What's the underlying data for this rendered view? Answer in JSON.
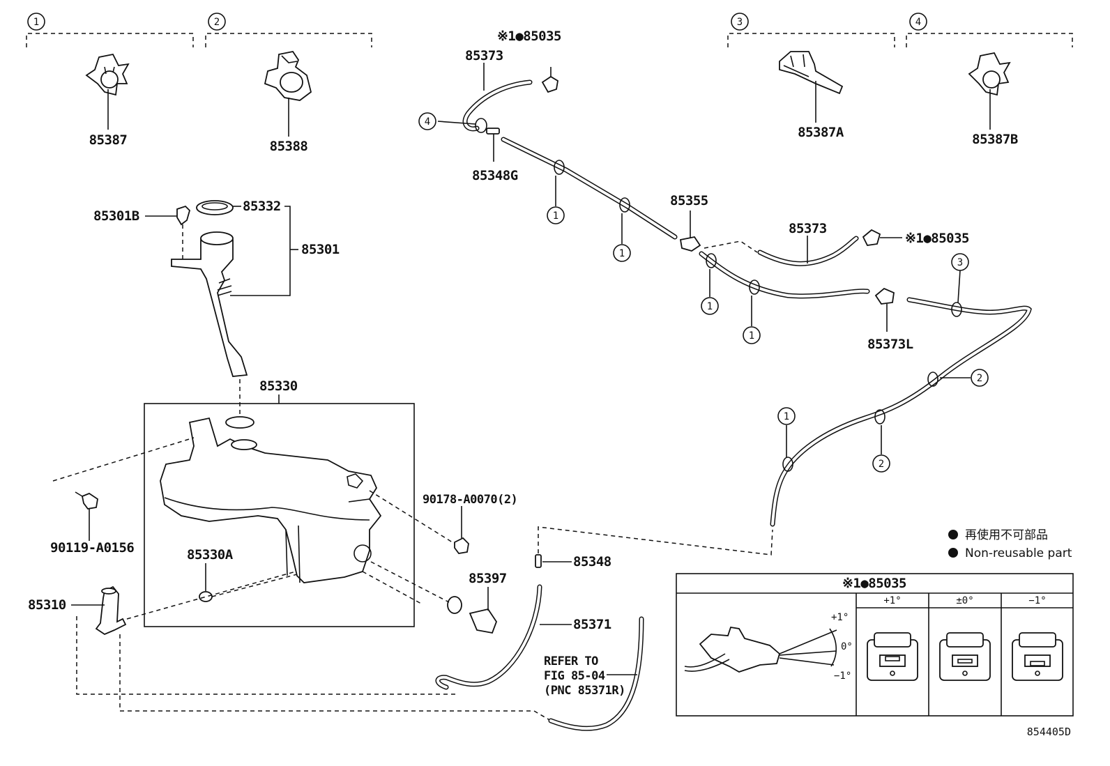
{
  "callout_numbers": [
    "1",
    "2",
    "3",
    "4"
  ],
  "clips": [
    {
      "callout": "1",
      "part": "85387"
    },
    {
      "callout": "2",
      "part": "85388"
    },
    {
      "callout": "3",
      "part": "85387A"
    },
    {
      "callout": "4",
      "part": "85387B"
    }
  ],
  "parts": {
    "p85373_top": "85373",
    "p85035_top": "※1●85035",
    "p85348G": "85348G",
    "p85355": "85355",
    "p85373_mid": "85373",
    "p85035_mid": "※1●85035",
    "p85373L": "85373L",
    "p85301B": "85301B",
    "p85332": "85332",
    "p85301": "85301",
    "p85330": "85330",
    "p90119": "90119-A0156",
    "p85330A": "85330A",
    "p85310": "85310",
    "p90178": "90178-A0070(2)",
    "p85397": "85397",
    "p85348": "85348",
    "p85371": "85371"
  },
  "refer": [
    "REFER TO",
    "FIG 85-04",
    "(PNC 85371R)"
  ],
  "legend": {
    "jp": "再使用不可部品",
    "en": "Non-reusable part",
    "bullet": "●"
  },
  "inset": {
    "title": "※1●85035",
    "angles": [
      "+1°",
      "±0°",
      "−1°"
    ],
    "scale": [
      "+1°",
      "0°",
      "−1°"
    ]
  },
  "figure_id": "854405D"
}
